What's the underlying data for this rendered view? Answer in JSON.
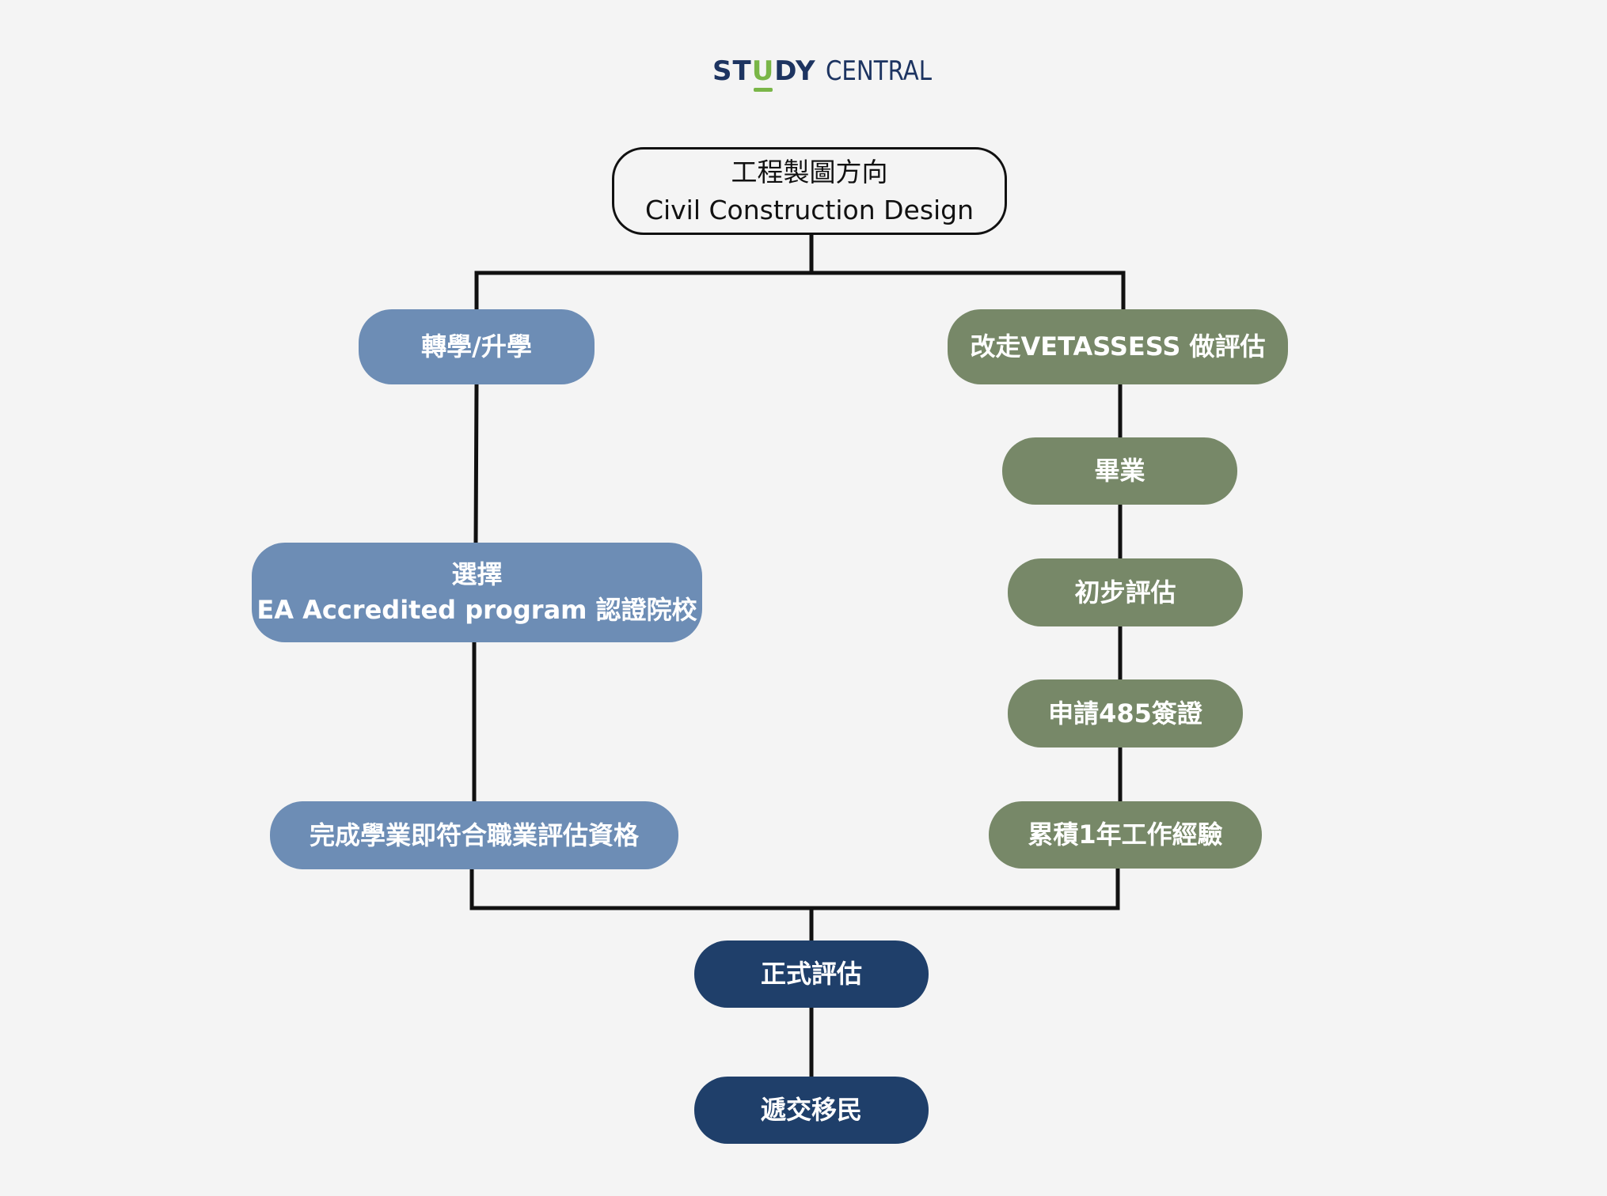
{
  "logo": {
    "part1": "ST",
    "part2": "U",
    "part3": "DY",
    "part4": "CENTRAL",
    "brand_color": "#1d3461",
    "accent_color": "#7ab648"
  },
  "root": {
    "line1": "工程製圖方向",
    "line2": "Civil Construction Design"
  },
  "left_branch": {
    "color": "#6d8db5",
    "steps": [
      {
        "line1": "轉學/升學"
      },
      {
        "line1": "選擇",
        "line2": "EA Accredited program 認證院校"
      },
      {
        "line1": "完成學業即符合職業評估資格"
      }
    ]
  },
  "right_branch": {
    "color": "#778868",
    "steps": [
      {
        "line1": "改走VETASSESS 做評估"
      },
      {
        "line1": "畢業"
      },
      {
        "line1": "初步評估"
      },
      {
        "line1": "申請485簽證"
      },
      {
        "line1": "累積1年工作經驗"
      }
    ]
  },
  "final": {
    "color": "#1f3f6a",
    "steps": [
      {
        "line1": "正式評估"
      },
      {
        "line1": "遞交移民"
      }
    ]
  }
}
